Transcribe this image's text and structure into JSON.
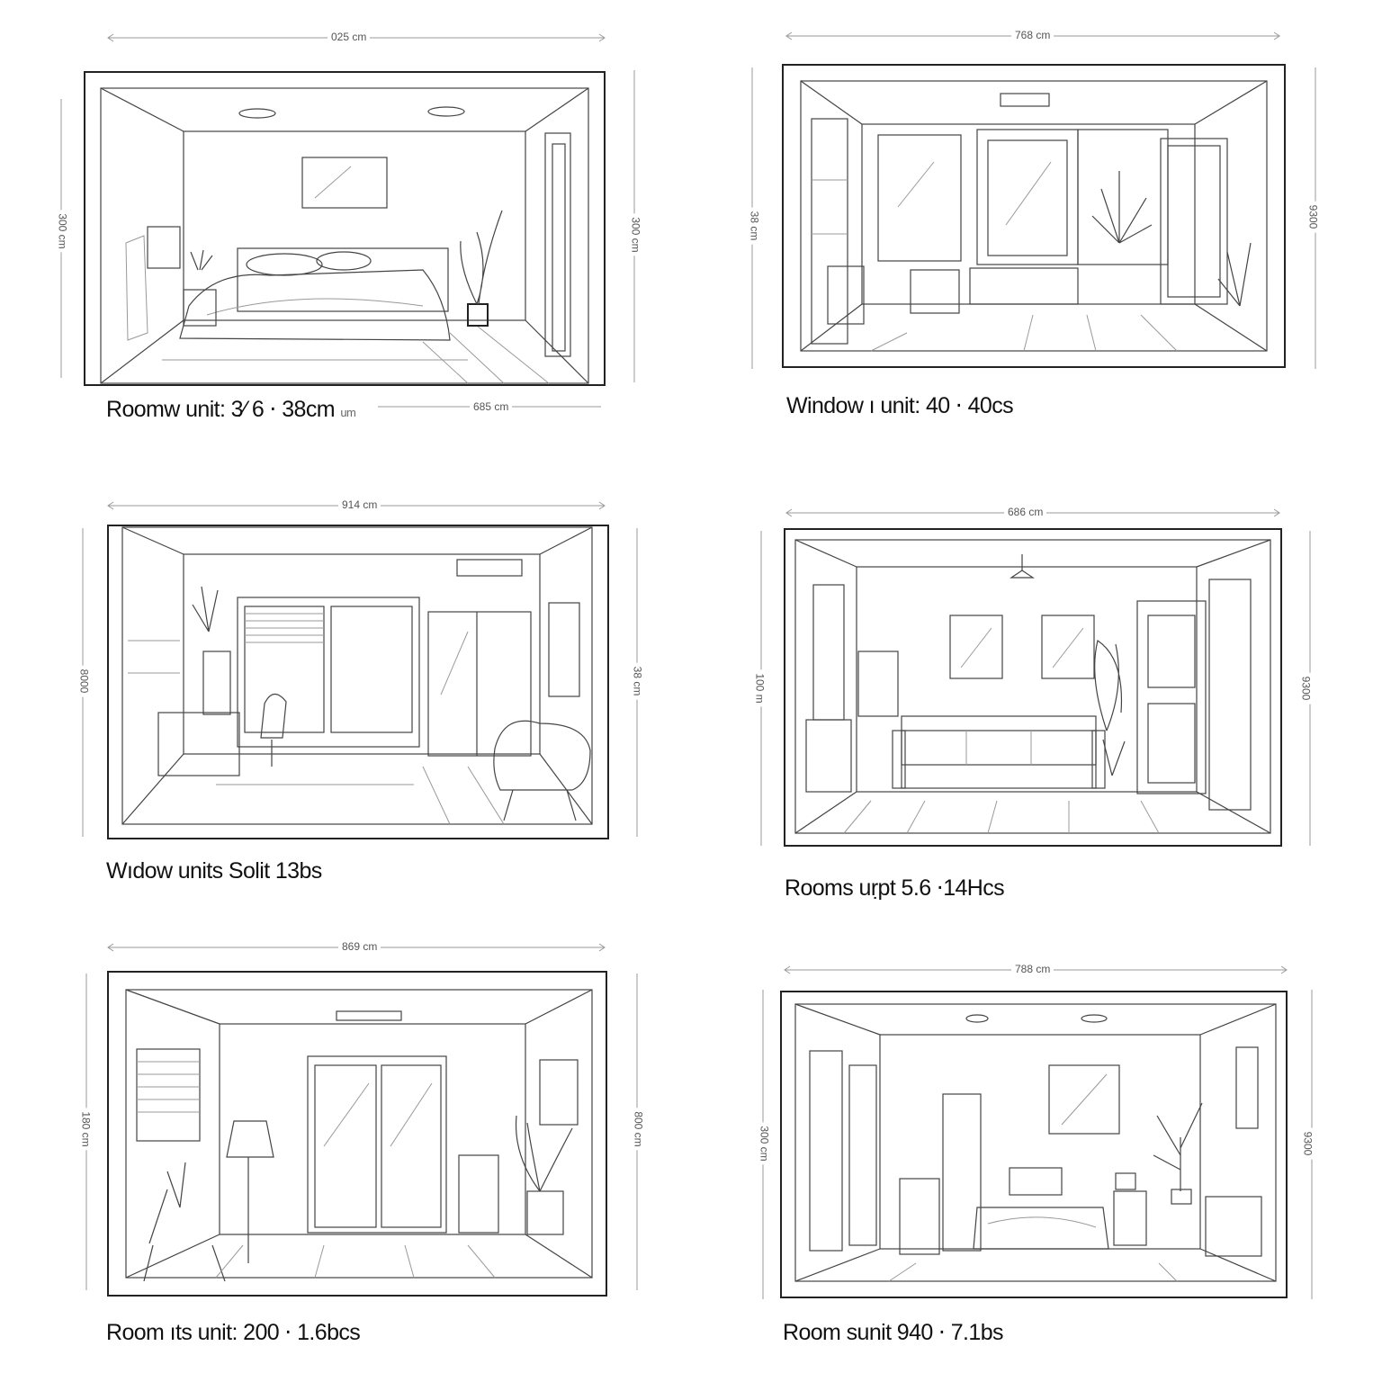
{
  "panels": [
    {
      "id": "p1",
      "caption": "Roomw unit: 3⁄ 6 ⋅ 38cm",
      "caption_suffix": "um",
      "dims": {
        "top": "025 cm",
        "left": "300 cm",
        "right": "300 cm",
        "bottom": "685 cm"
      },
      "room": "bedroom"
    },
    {
      "id": "p2",
      "caption": "Window ı unit: 40 ⋅ 40cs",
      "dims": {
        "top": "768 cm",
        "left": "38 cm",
        "right": "9300"
      },
      "room": "living-window"
    },
    {
      "id": "p3",
      "caption": "Wıdow units Solit 13bs",
      "dims": {
        "top": "914 cm",
        "left": "8000",
        "right": "38 cm"
      },
      "room": "study"
    },
    {
      "id": "p4",
      "caption": "Rooms uṛpt 5.6 ⋅14Hcs",
      "dims": {
        "top": "686 cm",
        "left": "100 m",
        "right": "9300"
      },
      "room": "living-sofa"
    },
    {
      "id": "p5",
      "caption": "Room ıts unit: 200 ⋅ 1.6bcs",
      "dims": {
        "top": "869 cm",
        "left": "180 cm",
        "right": "800 cm"
      },
      "room": "lounge"
    },
    {
      "id": "p6",
      "caption": "Room sunit 940 ⋅ 7.1bs",
      "dims": {
        "top": "788 cm",
        "left": "300 cm",
        "right": "9300"
      },
      "room": "bedroom-small"
    }
  ]
}
